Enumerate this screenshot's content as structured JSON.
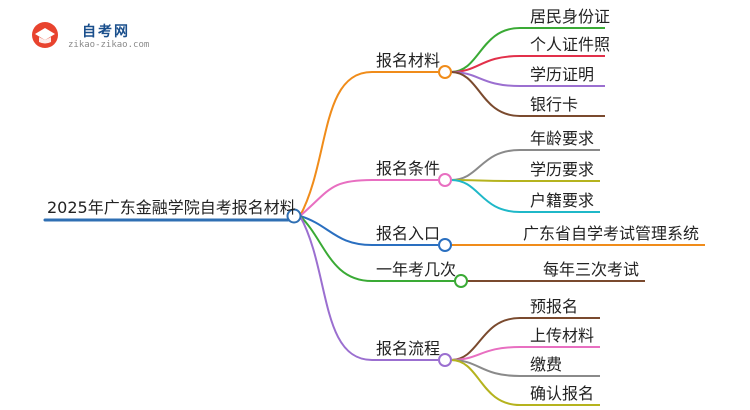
{
  "logo": {
    "title": "自考网",
    "url": "zikao-zikao.com"
  },
  "colors": {
    "root": "#2f6fb3",
    "materials": "#f08c1a",
    "conditions": "#e86fc1",
    "entry": "#2a6fc0",
    "times": "#3aaa35",
    "process": "#9b6fd0"
  },
  "root": {
    "label": "2025年广东金融学院自考报名材料"
  },
  "branches": [
    {
      "label": "报名材料",
      "children": [
        "居民身份证",
        "个人证件照",
        "学历证明",
        "银行卡"
      ]
    },
    {
      "label": "报名条件",
      "children": [
        "年龄要求",
        "学历要求",
        "户籍要求"
      ]
    },
    {
      "label": "报名入口",
      "children": [
        "广东省自学考试管理系统"
      ]
    },
    {
      "label": "一年考几次",
      "children": [
        "每年三次考试"
      ]
    },
    {
      "label": "报名流程",
      "children": [
        "预报名",
        "上传材料",
        "缴费",
        "确认报名"
      ]
    }
  ]
}
